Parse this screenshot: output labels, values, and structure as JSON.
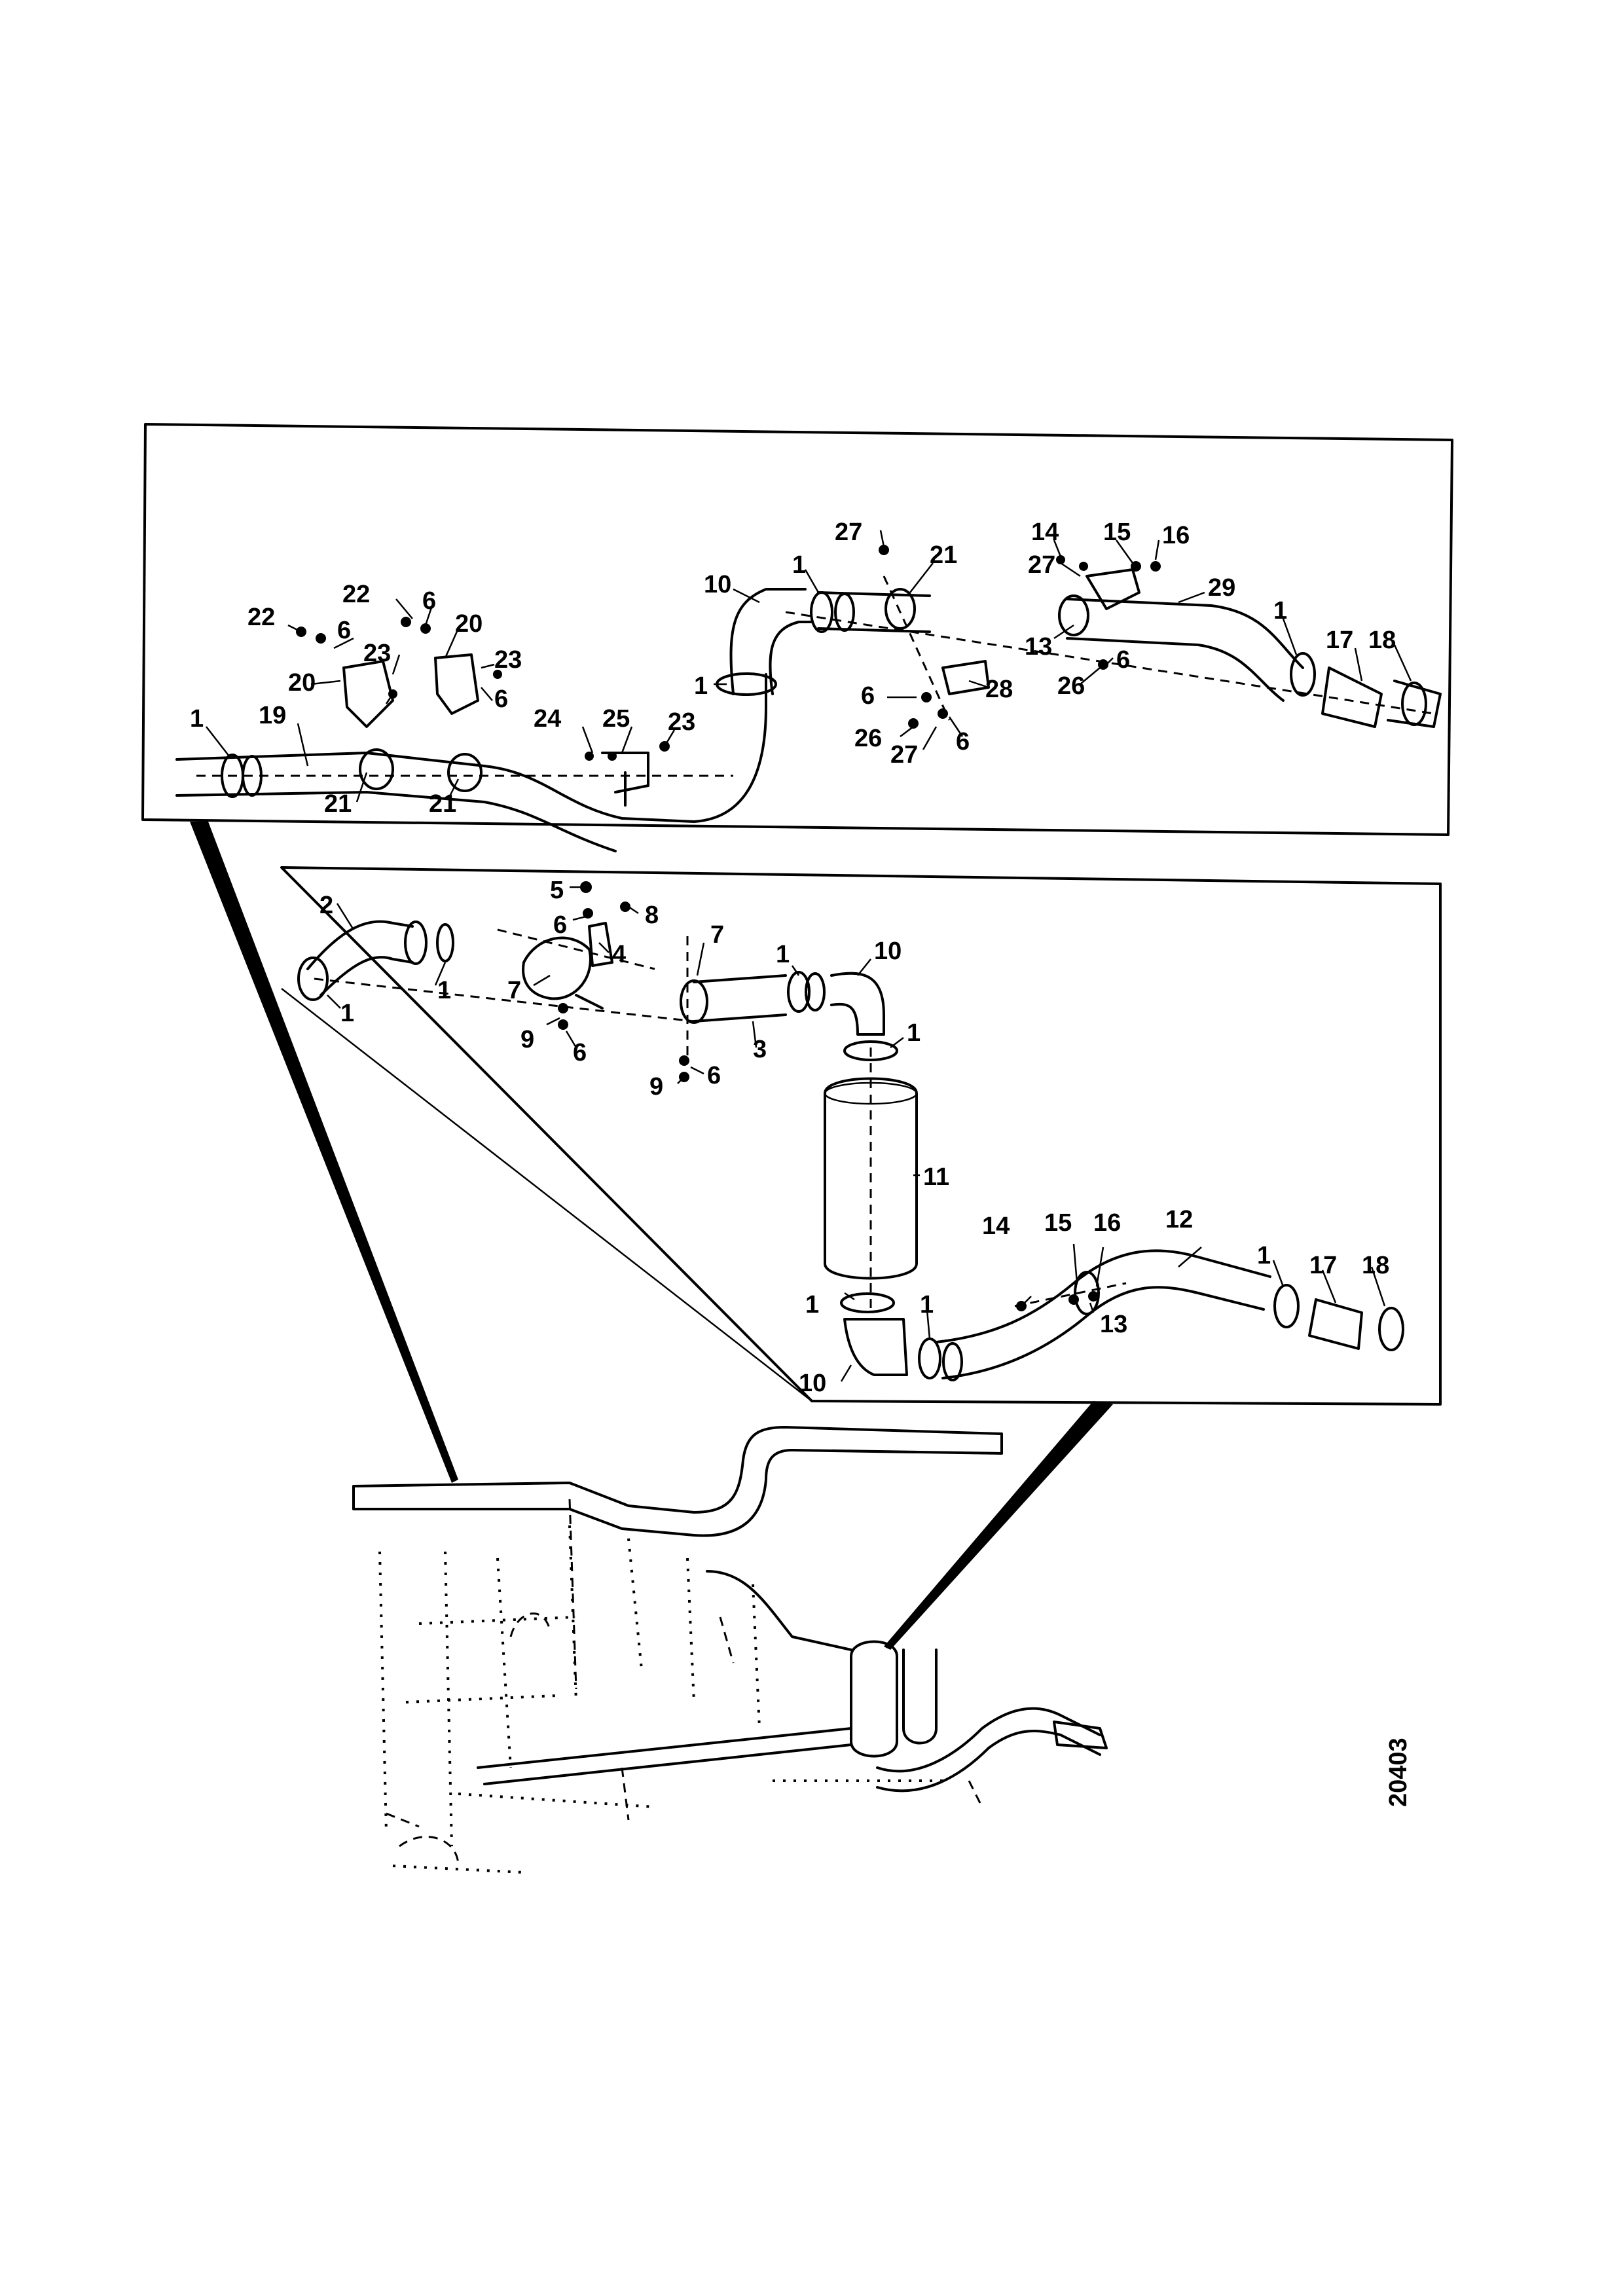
{
  "figure_number": "20403",
  "upper_panel": {
    "labels": [
      "1",
      "19",
      "21",
      "20",
      "22",
      "6",
      "23",
      "22",
      "6",
      "20",
      "23",
      "6",
      "21",
      "24",
      "25",
      "23",
      "1",
      "10",
      "1",
      "27",
      "21",
      "6",
      "26",
      "27",
      "6",
      "28",
      "14",
      "15",
      "16",
      "27",
      "13",
      "29",
      "26",
      "6",
      "1",
      "17",
      "18"
    ]
  },
  "lower_panel": {
    "labels": [
      "2",
      "1",
      "1",
      "5",
      "6",
      "8",
      "4",
      "7",
      "9",
      "6",
      "7",
      "1",
      "10",
      "3",
      "9",
      "6",
      "1",
      "11",
      "14",
      "15",
      "16",
      "12",
      "13",
      "1",
      "1",
      "10",
      "1",
      "17",
      "18"
    ]
  },
  "colors": {
    "ink": "#000000",
    "paper": "#ffffff"
  }
}
